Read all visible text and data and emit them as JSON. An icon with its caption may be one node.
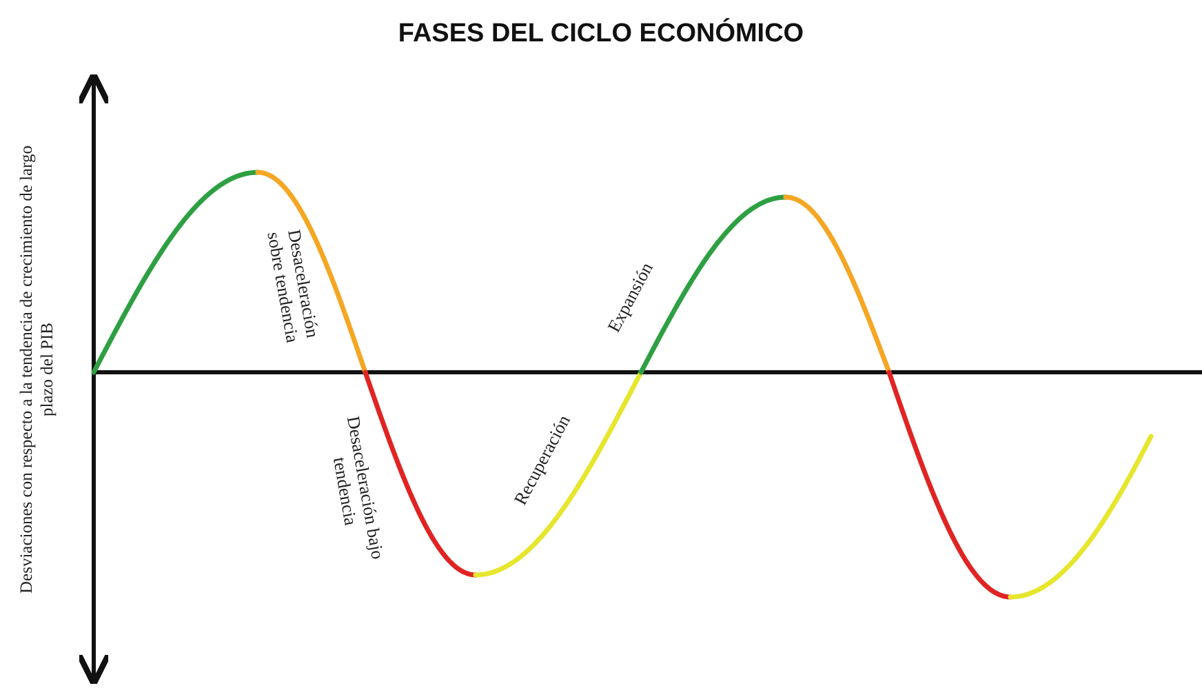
{
  "diagram": {
    "title": "FASES DEL CICLO ECONÓMICO",
    "labels": [
      "Desviaciones con respecto a la tendencia de crecimiento de largo plazo del PIB",
      "Desaceleración sobre tendencia",
      "Expansión",
      "Desaceleración bajo tendencia",
      "Recuperación"
    ]
  }
}
